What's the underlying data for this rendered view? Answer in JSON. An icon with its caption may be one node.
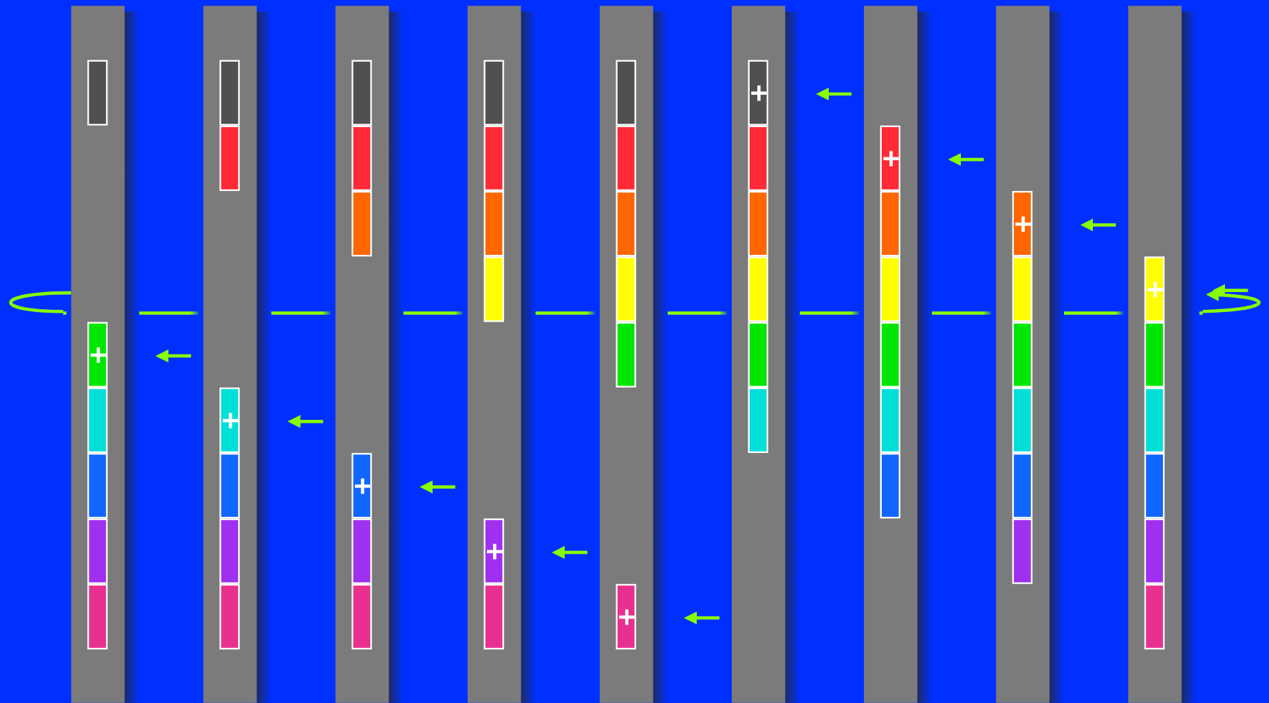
{
  "diagram": {
    "nodes": [
      {
        "text": [],
        "shape": "bar"
      },
      {
        "text": [],
        "shape": "box",
        "in": 0
      },
      {
        "text": [],
        "shape": "box",
        "in": 0
      },
      {
        "text": [],
        "shape": "box",
        "in": 0
      },
      {
        "text": [],
        "shape": "box",
        "in": 0
      },
      {
        "text": [],
        "shape": "box",
        "in": 0
      },
      {
        "text": [],
        "shape": "box",
        "in": 0
      },
      {
        "text": [],
        "shape": "bar"
      },
      {
        "text": [],
        "shape": "box",
        "in": 7
      },
      {
        "text": [],
        "shape": "box",
        "in": 7
      },
      {
        "text": [],
        "shape": "box",
        "in": 7
      },
      {
        "text": [],
        "shape": "box",
        "in": 7
      },
      {
        "text": [],
        "shape": "box",
        "in": 7
      },
      {
        "text": [],
        "shape": "box",
        "in": 7
      },
      {
        "text": [],
        "shape": "bar"
      },
      {
        "text": [],
        "shape": "box",
        "in": 14
      },
      {
        "text": [],
        "shape": "box",
        "in": 14
      },
      {
        "text": [],
        "shape": "box",
        "in": 14
      },
      {
        "text": [],
        "shape": "box",
        "in": 14
      },
      {
        "text": [],
        "shape": "box",
        "in": 14
      },
      {
        "text": [],
        "shape": "box",
        "in": 14
      },
      {
        "text": [],
        "shape": "bar"
      },
      {
        "text": [],
        "shape": "box",
        "in": 21
      },
      {
        "text": [],
        "shape": "box",
        "in": 21
      },
      {
        "text": [],
        "shape": "box",
        "in": 21
      },
      {
        "text": [],
        "shape": "box",
        "in": 21
      },
      {
        "text": [],
        "shape": "box",
        "in": 21
      },
      {
        "text": [],
        "shape": "box",
        "in": 21
      },
      {
        "text": [],
        "shape": "bar"
      },
      {
        "text": [],
        "shape": "box",
        "in": 28
      },
      {
        "text": [],
        "shape": "box",
        "in": 28
      },
      {
        "text": [],
        "shape": "box",
        "in": 28
      },
      {
        "text": [],
        "shape": "box",
        "in": 28
      },
      {
        "text": [],
        "shape": "box",
        "in": 28
      },
      {
        "text": [],
        "shape": "box",
        "in": 28
      },
      {
        "text": [],
        "shape": "bar"
      },
      {
        "text": [],
        "shape": "box",
        "in": 35
      },
      {
        "text": [],
        "shape": "box",
        "in": 35
      },
      {
        "text": [],
        "shape": "box",
        "in": 35
      },
      {
        "text": [],
        "shape": "box",
        "in": 35
      },
      {
        "text": [],
        "shape": "box",
        "in": 35
      },
      {
        "text": [],
        "shape": "box",
        "in": 35
      },
      {
        "text": [],
        "shape": "bar"
      },
      {
        "text": [],
        "shape": "box",
        "in": 42
      },
      {
        "text": [],
        "shape": "box",
        "in": 42
      },
      {
        "text": [],
        "shape": "box",
        "in": 42
      },
      {
        "text": [],
        "shape": "box",
        "in": 42
      },
      {
        "text": [],
        "shape": "box",
        "in": 42
      },
      {
        "text": [],
        "shape": "box",
        "in": 42
      },
      {
        "text": [],
        "shape": "bar"
      },
      {
        "text": [],
        "shape": "box",
        "in": 49
      },
      {
        "text": [],
        "shape": "box",
        "in": 49
      },
      {
        "text": [],
        "shape": "box",
        "in": 49
      },
      {
        "text": [],
        "shape": "box",
        "in": 49
      },
      {
        "text": [],
        "shape": "box",
        "in": 49
      },
      {
        "text": [],
        "shape": "box",
        "in": 49
      },
      {
        "text": [],
        "shape": "bar"
      },
      {
        "text": [],
        "shape": "box",
        "in": 56
      },
      {
        "text": [],
        "shape": "box",
        "in": 56
      },
      {
        "text": [],
        "shape": "box",
        "in": 56
      },
      {
        "text": [],
        "shape": "box",
        "in": 56
      },
      {
        "text": [],
        "shape": "box",
        "in": 56
      },
      {
        "text": [],
        "shape": "box",
        "in": 56
      }
    ]
  }
}
